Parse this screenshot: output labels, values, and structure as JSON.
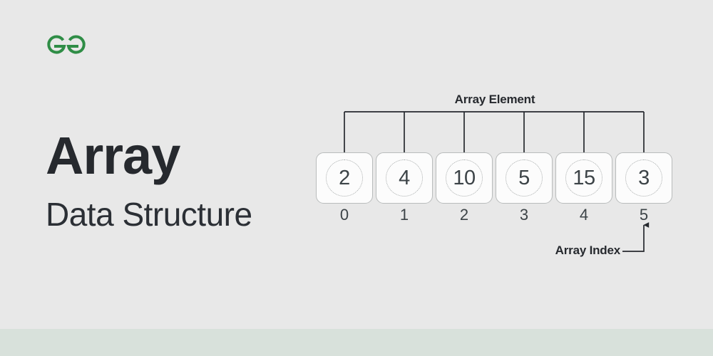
{
  "page": {
    "background_color": "#e8e8e8",
    "footer_color": "#d8e1db",
    "title": "Array",
    "subtitle": "Data Structure"
  },
  "logo": {
    "name": "geeksforgeeks-logo",
    "color": "#2f8d46"
  },
  "diagram": {
    "element_label": "Array Element",
    "index_label": "Array Index",
    "line_color": "#26292e",
    "cell_fill": "#fcfcfc",
    "cell_border": "#b9bcbc",
    "value_color": "#3c4347"
  },
  "chart_data": {
    "type": "table",
    "title": "Array Data Structure",
    "categories": [
      "0",
      "1",
      "2",
      "3",
      "4",
      "5"
    ],
    "values": [
      2,
      4,
      10,
      5,
      15,
      3
    ],
    "xlabel": "Array Index",
    "ylabel": "Array Element",
    "annotations": [
      "Array Element",
      "Array Index"
    ]
  },
  "cells": [
    {
      "value": "2",
      "index": "0"
    },
    {
      "value": "4",
      "index": "1"
    },
    {
      "value": "10",
      "index": "2"
    },
    {
      "value": "5",
      "index": "3"
    },
    {
      "value": "15",
      "index": "4"
    },
    {
      "value": "3",
      "index": "5"
    }
  ]
}
